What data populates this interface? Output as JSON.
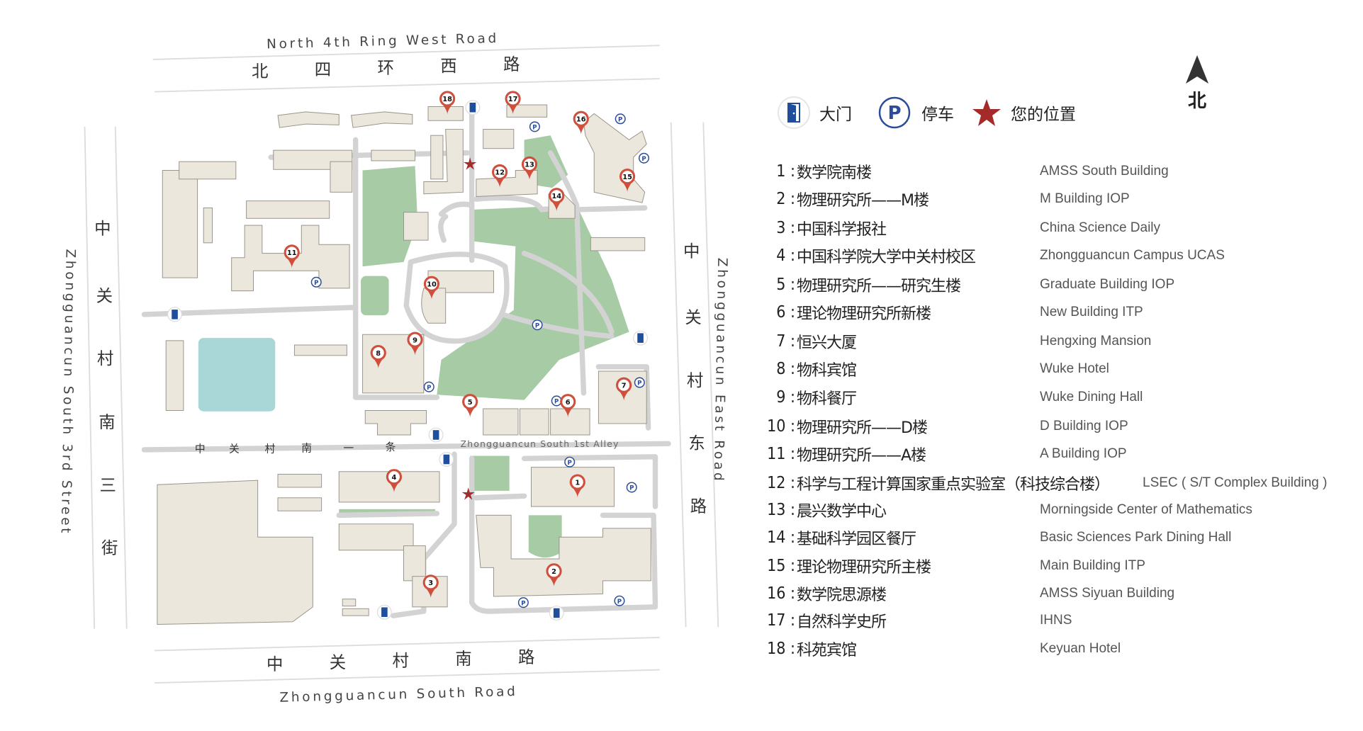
{
  "map": {
    "roads": {
      "north_en": "North 4th Ring West Road",
      "north_cn": [
        "北",
        "四",
        "环",
        "西",
        "路"
      ],
      "south_en": "Zhongguancun South Road",
      "south_cn": [
        "中",
        "关",
        "村",
        "南",
        "路"
      ],
      "west_en": "Zhongguancun South 3rd Street",
      "west_cn": [
        "中",
        "关",
        "村",
        "南",
        "三",
        "街"
      ],
      "east_en": "Zhongguancun East Road",
      "east_cn": [
        "中",
        "关",
        "村",
        "东",
        "路"
      ],
      "alley_en": "Zhongguancun South 1st Alley",
      "alley_cn": [
        "中",
        "关",
        "村",
        "南",
        "一",
        "条"
      ]
    },
    "pins": [
      {
        "label": "1"
      },
      {
        "label": "2"
      },
      {
        "label": "3"
      },
      {
        "label": "4"
      },
      {
        "label": "5"
      },
      {
        "label": "6"
      },
      {
        "label": "7"
      },
      {
        "label": "8"
      },
      {
        "label": "9"
      },
      {
        "label": "10"
      },
      {
        "label": "11"
      },
      {
        "label": "12"
      },
      {
        "label": "13"
      },
      {
        "label": "14"
      },
      {
        "label": "15"
      },
      {
        "label": "16"
      },
      {
        "label": "17"
      },
      {
        "label": "18"
      }
    ],
    "parking_symbol": "P",
    "colors": {
      "pin": "#cf4e3c",
      "star": "#a52a2a",
      "parking": "#2a4d9b",
      "gate": "#1f4e9c",
      "green": "#a6cba5",
      "water": "#a9d6d6",
      "building": "#ece7dd"
    }
  },
  "legend": {
    "gate_label": "大门",
    "parking_symbol": "P",
    "parking_label": "停车",
    "location_label": "您的位置",
    "north_label": "北",
    "items": [
      {
        "num": "1",
        "cn": "数学院南楼",
        "en": "AMSS South Building"
      },
      {
        "num": "2",
        "cn": "物理研究所——M楼",
        "en": "M Building IOP"
      },
      {
        "num": "3",
        "cn": "中国科学报社",
        "en": "China Science Daily"
      },
      {
        "num": "4",
        "cn": "中国科学院大学中关村校区",
        "en": "Zhongguancun Campus UCAS"
      },
      {
        "num": "5",
        "cn": "物理研究所——研究生楼",
        "en": "Graduate Building IOP"
      },
      {
        "num": "6",
        "cn": "理论物理研究所新楼",
        "en": "New Building ITP"
      },
      {
        "num": "7",
        "cn": "恒兴大厦",
        "en": "Hengxing Mansion"
      },
      {
        "num": "8",
        "cn": "物科宾馆",
        "en": "Wuke  Hotel"
      },
      {
        "num": "9",
        "cn": "物科餐厅",
        "en": "Wuke Dining Hall"
      },
      {
        "num": "10",
        "cn": "物理研究所——D楼",
        "en": "D Building IOP"
      },
      {
        "num": "11",
        "cn": "物理研究所——A楼",
        "en": "A Building IOP"
      },
      {
        "num": "12",
        "cn": "科学与工程计算国家重点实验室（科技综合楼）",
        "en": "LSEC ( S/T Complex Building )"
      },
      {
        "num": "13",
        "cn": "晨兴数学中心",
        "en": "Morningside Center of Mathematics"
      },
      {
        "num": "14",
        "cn": "基础科学园区餐厅",
        "en": "Basic Sciences Park Dining Hall"
      },
      {
        "num": "15",
        "cn": "理论物理研究所主楼",
        "en": "Main Building ITP"
      },
      {
        "num": "16",
        "cn": "数学院思源楼",
        "en": "AMSS Siyuan Building"
      },
      {
        "num": "17",
        "cn": "自然科学史所",
        "en": "IHNS"
      },
      {
        "num": "18",
        "cn": "科苑宾馆",
        "en": "Keyuan Hotel"
      }
    ]
  }
}
